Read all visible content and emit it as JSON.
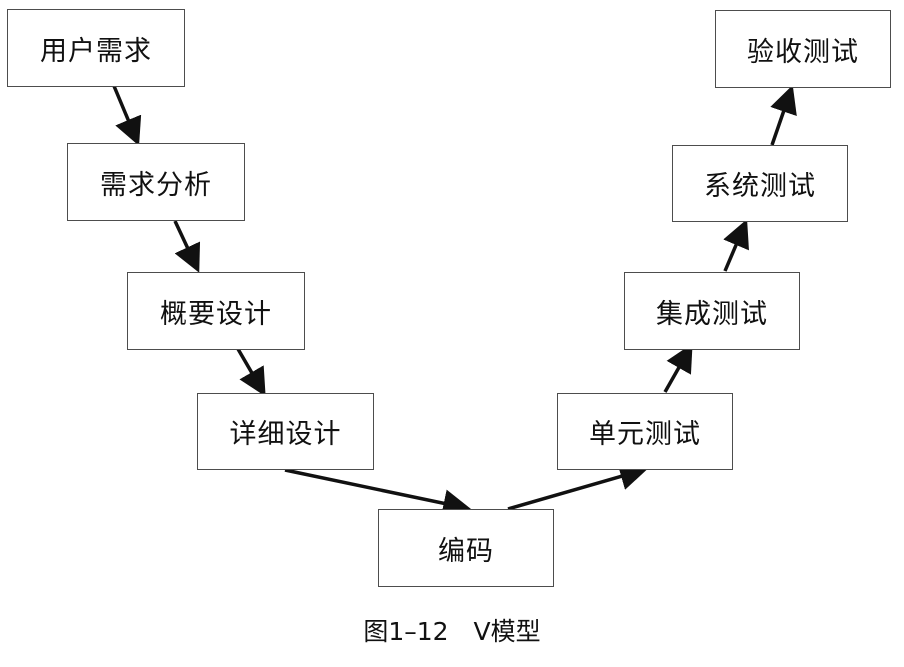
{
  "diagram": {
    "nodes": {
      "user_requirements": "用户需求",
      "requirement_analysis": "需求分析",
      "high_level_design": "概要设计",
      "detailed_design": "详细设计",
      "coding": "编码",
      "unit_testing": "单元测试",
      "integration_testing": "集成测试",
      "system_testing": "系统测试",
      "acceptance_testing": "验收测试"
    },
    "edges": [
      [
        "user_requirements",
        "requirement_analysis"
      ],
      [
        "requirement_analysis",
        "high_level_design"
      ],
      [
        "high_level_design",
        "detailed_design"
      ],
      [
        "detailed_design",
        "coding"
      ],
      [
        "coding",
        "unit_testing"
      ],
      [
        "unit_testing",
        "integration_testing"
      ],
      [
        "integration_testing",
        "system_testing"
      ],
      [
        "system_testing",
        "acceptance_testing"
      ]
    ],
    "colors": {
      "border": "#4d4d4d",
      "arrow": "#111111",
      "text": "#111111"
    }
  },
  "caption": "图1–12　V模型"
}
